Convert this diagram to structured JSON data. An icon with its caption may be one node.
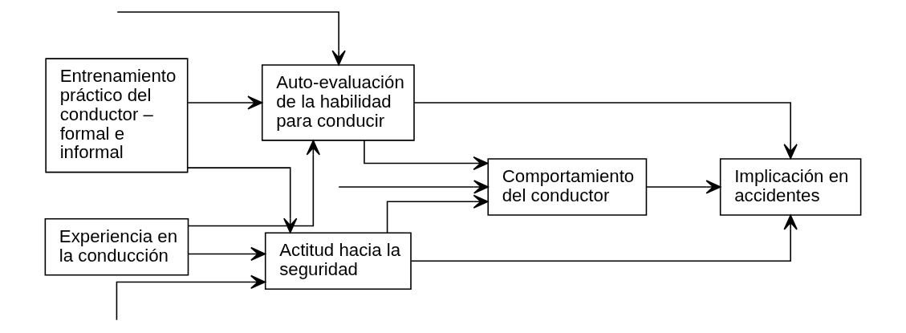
{
  "diagram": {
    "nodes": [
      {
        "text": [
          "Entrenamiento práctico del conductor – formal e informal"
        ]
      },
      {
        "text": [
          "Experiencia en la conducción"
        ]
      },
      {
        "text": [
          "Auto-evaluación de la habilidad para conducir"
        ]
      },
      {
        "text": [
          "Actitud hacia la seguridad"
        ]
      },
      {
        "text": [
          "Comportamiento del conductor"
        ]
      },
      {
        "text": [
          "Implicación en accidentes"
        ]
      }
    ],
    "edges": [
      {
        "from": 0,
        "to": 2,
        "arrow": "to"
      },
      {
        "from": 0,
        "to": 3,
        "arrow": "to"
      },
      {
        "from": 1,
        "to": 2,
        "arrow": "to"
      },
      {
        "from": 1,
        "to": 3,
        "arrow": "to"
      },
      {
        "from": null,
        "to": 2,
        "arrow": "to"
      },
      {
        "from": null,
        "to": 3,
        "arrow": "to"
      },
      {
        "from": 2,
        "to": 4,
        "arrow": "to"
      },
      {
        "from": 3,
        "to": 4,
        "arrow": "to"
      },
      {
        "from": 2,
        "to": 5,
        "arrow": "to"
      },
      {
        "from": 3,
        "to": 5,
        "arrow": "to"
      },
      {
        "from": null,
        "to": 4,
        "arrow": "to"
      },
      {
        "from": 4,
        "to": 5,
        "arrow": "to"
      }
    ]
  }
}
